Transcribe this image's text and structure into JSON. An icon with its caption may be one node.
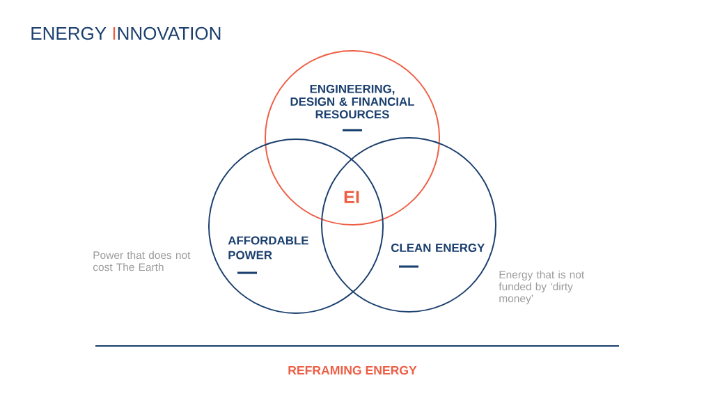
{
  "diagram": {
    "title": "ENERGY INNOVATION",
    "caption": "REFRAMING ENERGY",
    "nodes": [
      {
        "text": [
          "ENGINEERING, DESIGN & FINANCIAL RESOURCES"
        ]
      },
      {
        "text": [
          "AFFORDABLE POWER"
        ],
        "beside": [
          "Power that does not cost The Earth"
        ]
      },
      {
        "text": [
          "CLEAN ENERGY"
        ],
        "beside": [
          "Energy that is not funded by ‘dirty money’"
        ]
      }
    ],
    "labels": [
      "EI"
    ]
  }
}
